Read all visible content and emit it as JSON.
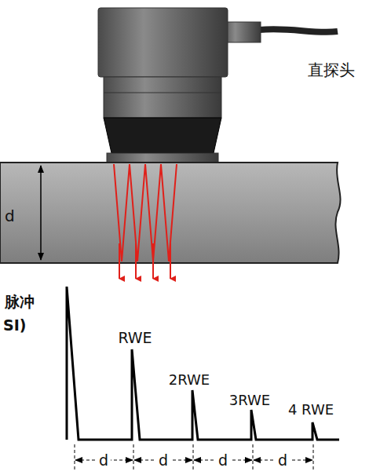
{
  "diagram": {
    "labels": [
      "直探头",
      "d",
      "脉冲",
      "SI)",
      "RWE",
      "2RWE",
      "3RWE",
      "4 RWE",
      "d",
      "d",
      "d",
      "d"
    ]
  }
}
